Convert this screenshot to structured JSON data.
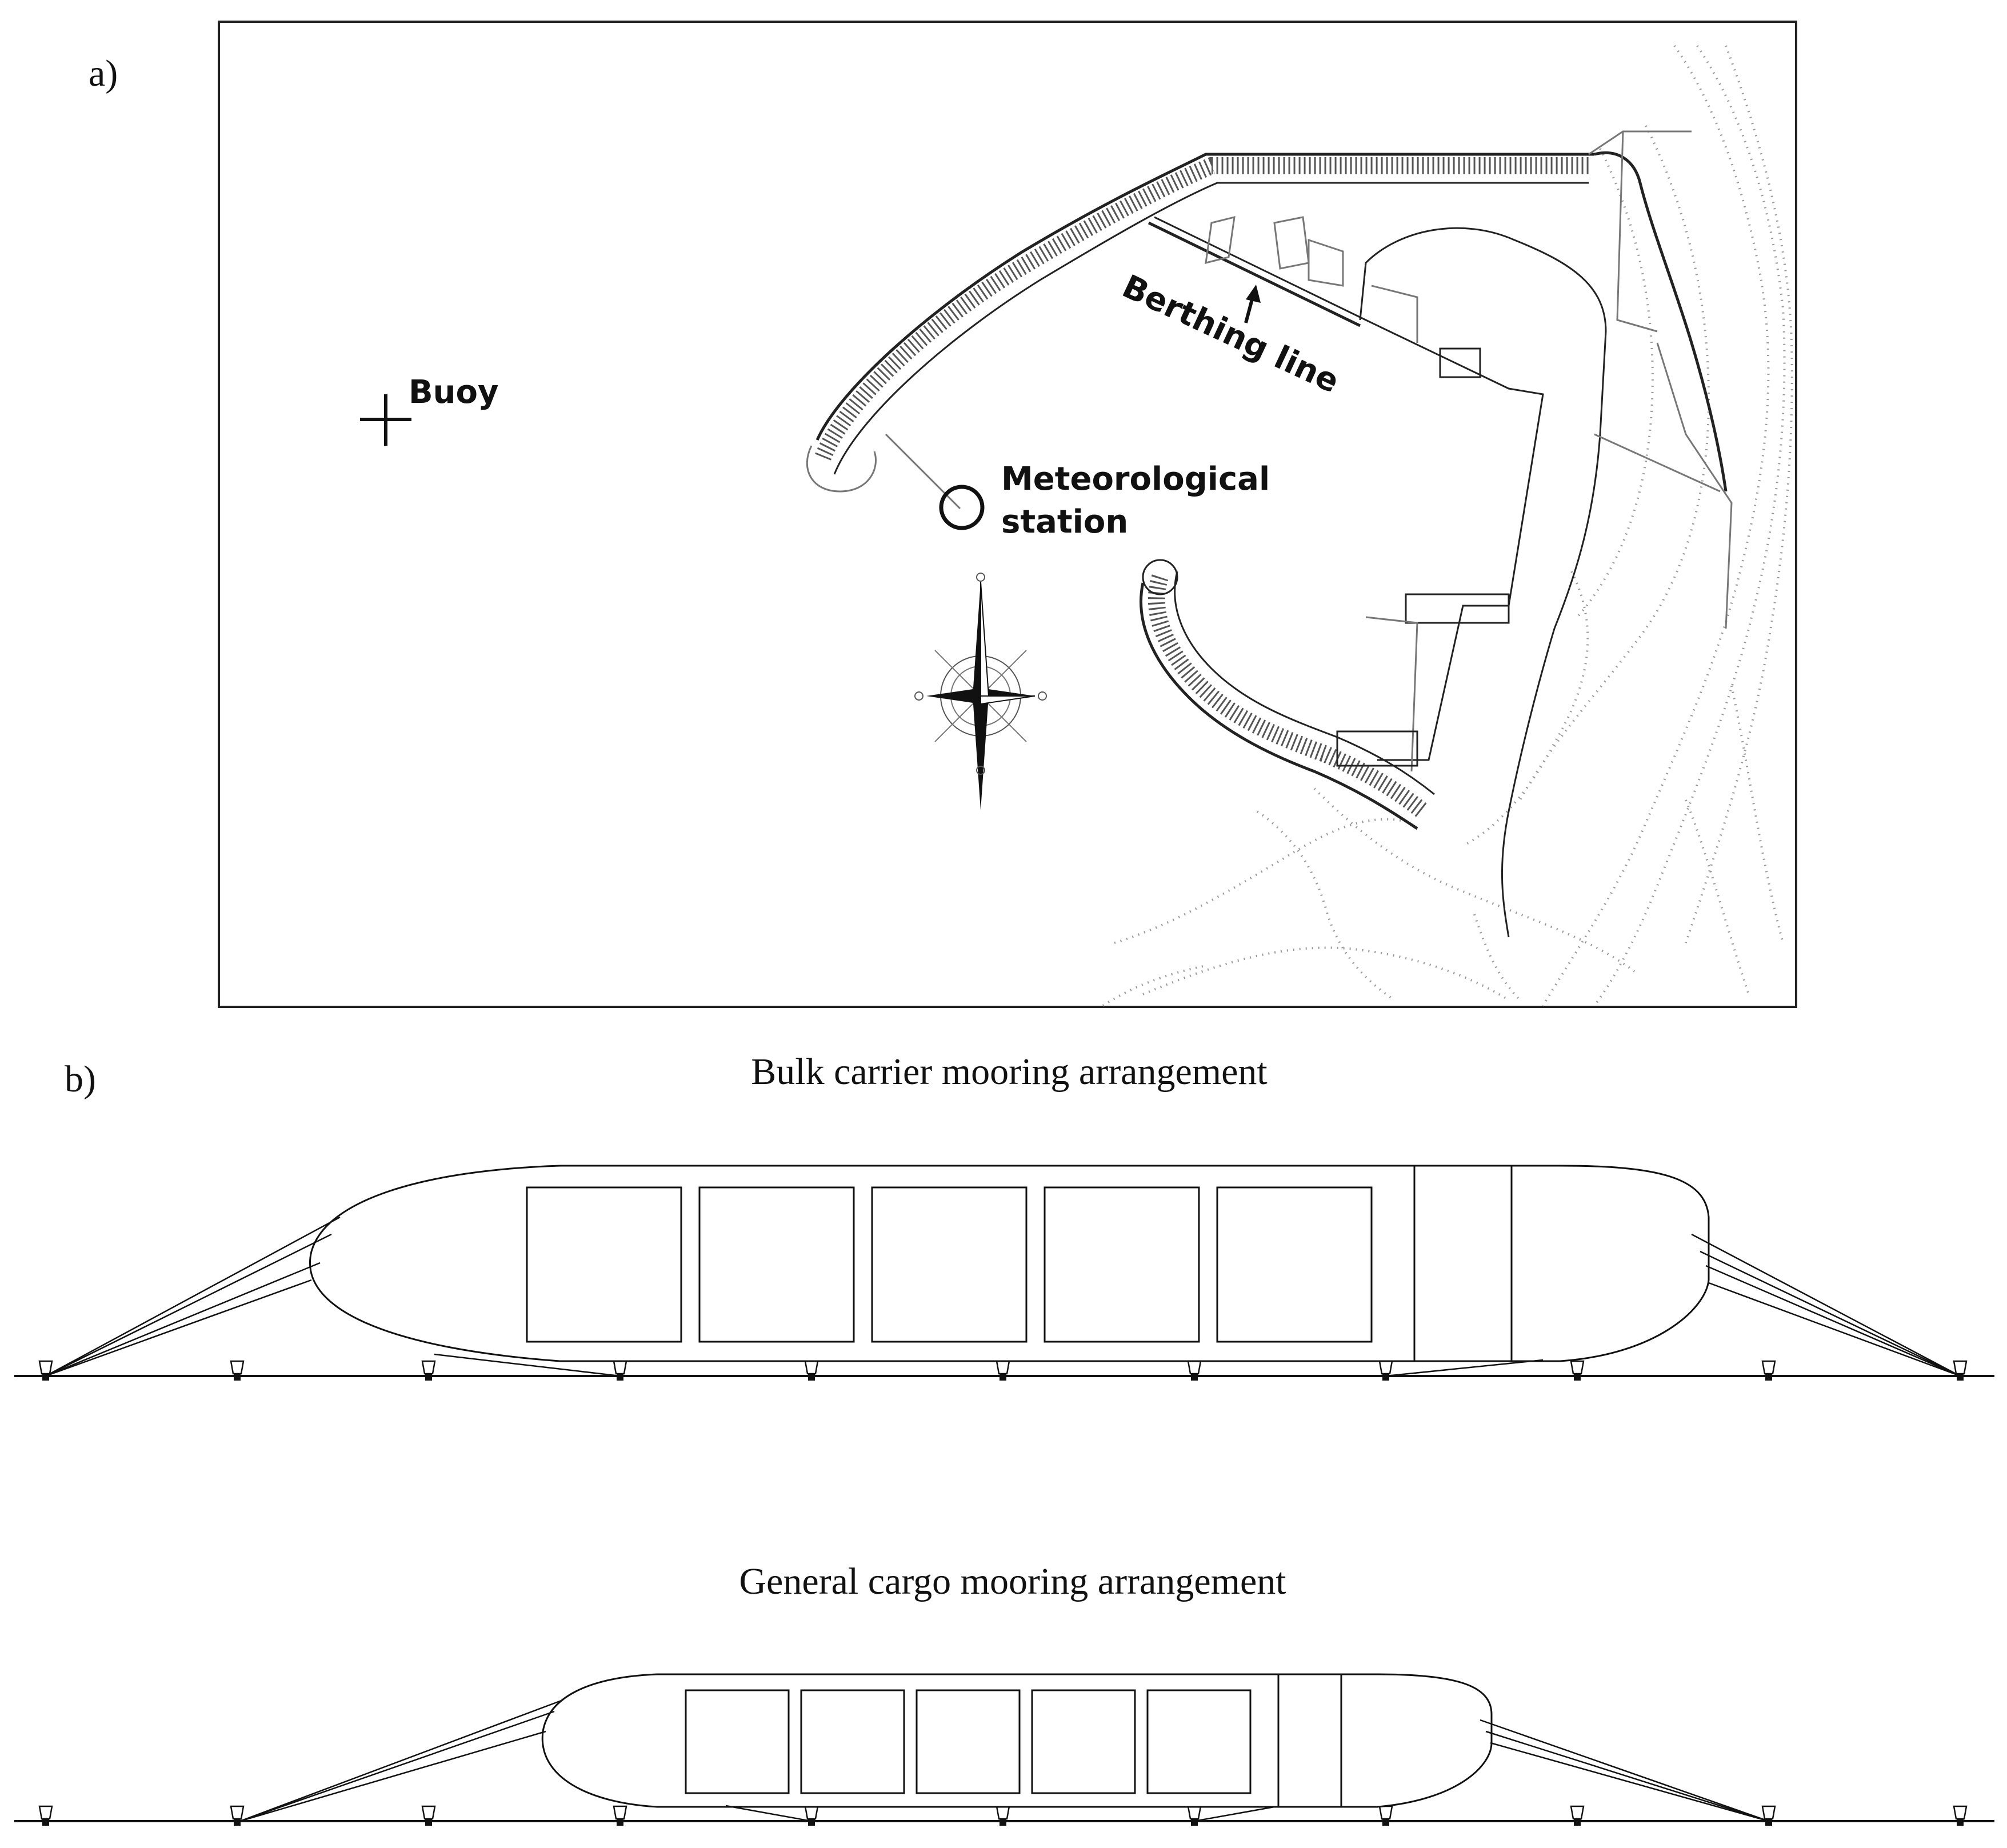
{
  "panel_a": {
    "label": "a)",
    "labels": {
      "buoy": "Buoy",
      "berthing_line": "Berthing line",
      "meteo_line1": "Meteorological",
      "meteo_line2": "station"
    },
    "symbols": {
      "buoy": "cross-marker",
      "meteorological_station": "circle-marker",
      "north_arrow": "compass-rose"
    }
  },
  "panel_b": {
    "label": "b)",
    "bulk_carrier": {
      "title": "Bulk carrier mooring arrangement",
      "hold_count": 5
    },
    "general_cargo": {
      "title": "General cargo mooring arrangement",
      "hold_count": 5
    },
    "bollards_per_quay": 11
  }
}
